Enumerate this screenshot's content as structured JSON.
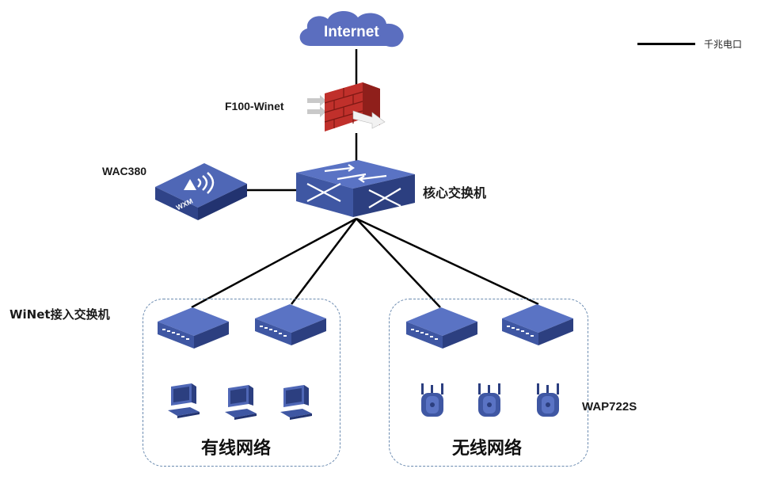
{
  "internet": {
    "label": "Internet"
  },
  "firewall": {
    "label": "F100-Winet"
  },
  "controller": {
    "label": "WAC380",
    "badge": "WXM"
  },
  "core_switch": {
    "label": "核心交换机"
  },
  "access_switch": {
    "label": "WiNet接入交换机"
  },
  "access_point": {
    "label": "WAP722S"
  },
  "groups": {
    "wired": {
      "title": "有线网络"
    },
    "wireless": {
      "title": "无线网络"
    }
  },
  "legend": {
    "gigabit_label": "千兆电口"
  },
  "colors": {
    "device_blue": "#3f57a3",
    "device_top": "#5a73c4",
    "device_side": "#2c3f80",
    "firewall_red": "#c0302b",
    "cloud": "#5b6ebf",
    "dashed_border": "#6b8bb0"
  }
}
